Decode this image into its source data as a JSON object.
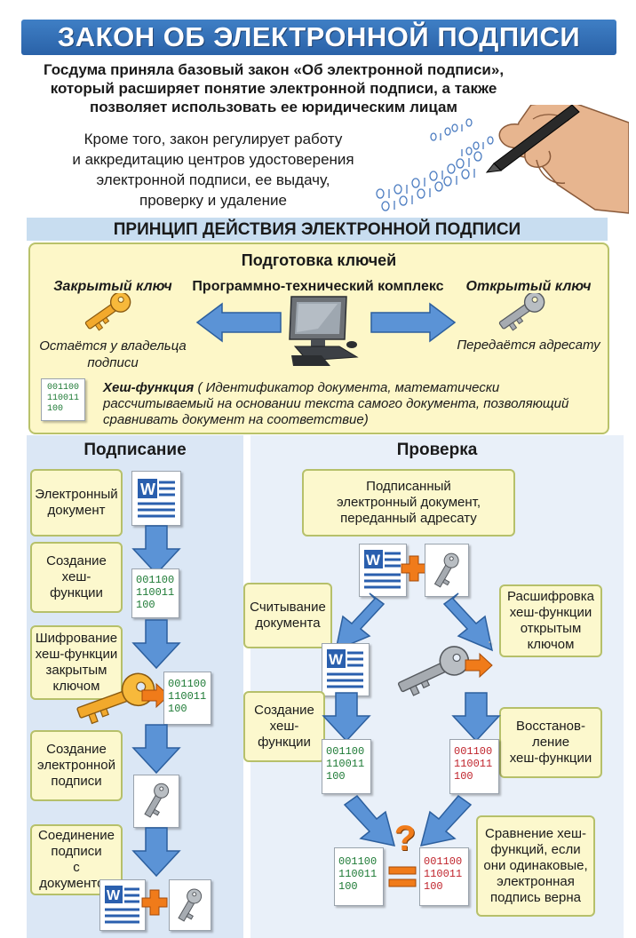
{
  "title": "ЗАКОН ОБ ЭЛЕКТРОННОЙ ПОДПИСИ",
  "intro": {
    "bold_lines": [
      "Госдума приняла базовый закон «Об электронной подписи»,",
      "который расширяет понятие электронной подписи, а также",
      "позволяет использовать ее юридическим лицам"
    ],
    "normal_lines": [
      "Кроме того, закон регулирует работу",
      "и аккредитацию центров удостоверения",
      "электронной подписи, ее выдачу,",
      "проверку и удаление"
    ]
  },
  "principle": {
    "heading": "ПРИНЦИП ДЕЙСТВИЯ ЭЛЕКТРОННОЙ ПОДПИСИ",
    "keys_title": "Подготовка ключей",
    "private_key": {
      "label": "Закрытый ключ",
      "desc_lines": [
        "Остаётся у владельца",
        "подписи"
      ]
    },
    "complex_label": "Программно-технический комплекс",
    "public_key": {
      "label": "Открытый ключ",
      "desc": "Передаётся адресату"
    },
    "hash": {
      "term": "Хеш-функция",
      "lines": [
        "( Идентификатор документа, математически",
        "рассчитываемый на основании текста самого документа, позволяющий",
        "сравнивать документ на соответствие)"
      ],
      "code_lines": [
        "001100",
        "110011",
        "100"
      ]
    }
  },
  "signing": {
    "heading": "Подписание",
    "steps": [
      {
        "lines": [
          "Электронный",
          "документ"
        ]
      },
      {
        "lines": [
          "Создание",
          "хеш-",
          "функции"
        ]
      },
      {
        "lines": [
          "Шифрование",
          "хеш-функции",
          "закрытым",
          "ключом"
        ]
      },
      {
        "lines": [
          "Создание",
          "электронной",
          "подписи"
        ]
      },
      {
        "lines": [
          "Соединение",
          "подписи",
          "с документом"
        ]
      }
    ],
    "hash_lines": [
      "001100",
      "110011",
      "100"
    ]
  },
  "verification": {
    "heading": "Проверка",
    "top_lines": [
      "Подписанный",
      "электронный документ,",
      "переданный адресату"
    ],
    "left_steps": [
      {
        "lines": [
          "Считывание",
          "документа"
        ]
      },
      {
        "lines": [
          "Создание",
          "хеш-",
          "функции"
        ]
      }
    ],
    "right_steps": [
      {
        "lines": [
          "Расшифровка",
          "хеш-функции",
          "открытым",
          "ключом"
        ]
      },
      {
        "lines": [
          "Восстанов-",
          "ление",
          "хеш-функции"
        ]
      },
      {
        "lines": [
          "Сравнение хеш-",
          "функций, если",
          "они одинаковые,",
          "электронная",
          "подпись верна"
        ]
      }
    ],
    "question": "?",
    "hash_lines": [
      "001100",
      "110011",
      "100"
    ]
  },
  "colors": {
    "banner": "#2f6db4",
    "key_gold": "#f0a830",
    "key_grey": "#9aa0a6",
    "arrow_blue": "#4a84cc",
    "hash_green": "#1d7a35",
    "hash_red": "#c0242c",
    "plus_orange": "#f07b1a"
  }
}
